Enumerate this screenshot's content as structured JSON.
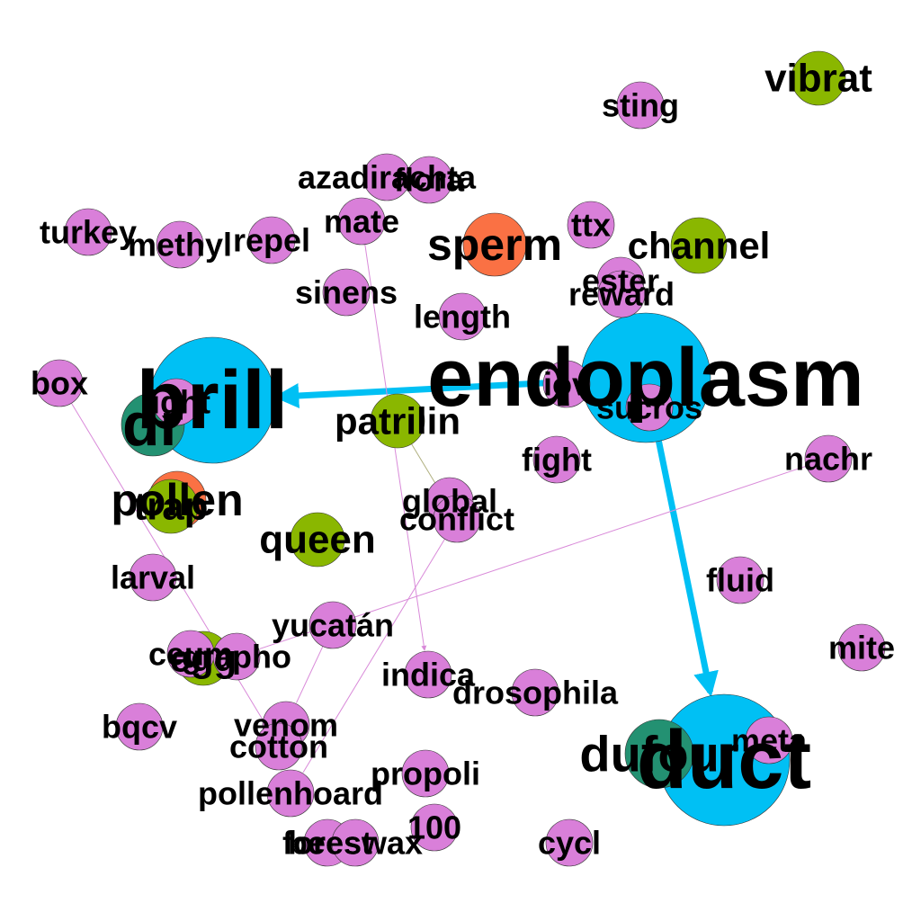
{
  "colors": {
    "blue": "#00c0f4",
    "pink": "#d97fd9",
    "green": "#8ab700",
    "orange": "#fa7144",
    "teal": "#239172",
    "edge_pink": "#d98ad9",
    "edge_olive": "#b0b080"
  },
  "nodes": [
    {
      "id": "endoplasm",
      "label": "endoplasm",
      "color": "blue"
    },
    {
      "id": "brill",
      "label": "brill",
      "color": "blue"
    },
    {
      "id": "duct",
      "label": "duct",
      "color": "blue"
    },
    {
      "id": "dufour",
      "label": "dufour",
      "color": "teal"
    },
    {
      "id": "dr",
      "label": "dr",
      "color": "teal"
    },
    {
      "id": "sperm",
      "label": "sperm",
      "color": "orange"
    },
    {
      "id": "pollen",
      "label": "pollen",
      "color": "orange"
    },
    {
      "id": "vibrat",
      "label": "vibrat",
      "color": "green"
    },
    {
      "id": "channel",
      "label": "channel",
      "color": "green"
    },
    {
      "id": "patrilin",
      "label": "patrilin",
      "color": "green"
    },
    {
      "id": "queen",
      "label": "queen",
      "color": "green"
    },
    {
      "id": "trap",
      "label": "trap",
      "color": "green"
    },
    {
      "id": "egg",
      "label": "egg",
      "color": "green"
    },
    {
      "id": "sting",
      "label": "sting",
      "color": "pink"
    },
    {
      "id": "azadirachta",
      "label": "azadirachta",
      "color": "pink"
    },
    {
      "id": "flora",
      "label": "flora",
      "color": "pink"
    },
    {
      "id": "mate",
      "label": "mate",
      "color": "pink"
    },
    {
      "id": "ttx",
      "label": "ttx",
      "color": "pink"
    },
    {
      "id": "turkey",
      "label": "turkey",
      "color": "pink"
    },
    {
      "id": "methyl",
      "label": "methyl",
      "color": "pink"
    },
    {
      "id": "repel",
      "label": "repel",
      "color": "pink"
    },
    {
      "id": "sinens",
      "label": "sinens",
      "color": "pink"
    },
    {
      "id": "ester",
      "label": "ester",
      "color": "pink"
    },
    {
      "id": "reward",
      "label": "reward",
      "color": "pink"
    },
    {
      "id": "length",
      "label": "length",
      "color": "pink"
    },
    {
      "id": "box",
      "label": "box",
      "color": "pink"
    },
    {
      "id": "light",
      "label": "light",
      "color": "pink"
    },
    {
      "id": "iov",
      "label": "iov",
      "color": "pink"
    },
    {
      "id": "sucros",
      "label": "sucros",
      "color": "pink"
    },
    {
      "id": "fight",
      "label": "fight",
      "color": "pink"
    },
    {
      "id": "nachr",
      "label": "nachr",
      "color": "pink"
    },
    {
      "id": "global",
      "label": "global",
      "color": "pink"
    },
    {
      "id": "conflict",
      "label": "conflict",
      "color": "pink"
    },
    {
      "id": "larval",
      "label": "larval",
      "color": "pink"
    },
    {
      "id": "fluid",
      "label": "fluid",
      "color": "pink"
    },
    {
      "id": "yucatan",
      "label": "yucatán",
      "color": "pink"
    },
    {
      "id": "mite",
      "label": "mite",
      "color": "pink"
    },
    {
      "id": "ceum",
      "label": "ceum",
      "color": "pink"
    },
    {
      "id": "grapho",
      "label": "grapho",
      "color": "pink"
    },
    {
      "id": "indica",
      "label": "indica",
      "color": "pink"
    },
    {
      "id": "drosophila",
      "label": "drosophila",
      "color": "pink"
    },
    {
      "id": "bqcv",
      "label": "bqcv",
      "color": "pink"
    },
    {
      "id": "venom",
      "label": "venom",
      "color": "pink"
    },
    {
      "id": "cotton",
      "label": "cotton",
      "color": "pink"
    },
    {
      "id": "meta",
      "label": "meta",
      "color": "pink"
    },
    {
      "id": "propoli",
      "label": "propoli",
      "color": "pink"
    },
    {
      "id": "pollenhoard",
      "label": "pollenhoard",
      "color": "pink"
    },
    {
      "id": "n100",
      "label": "100",
      "color": "pink"
    },
    {
      "id": "forest",
      "label": "forest",
      "color": "pink"
    },
    {
      "id": "beeswax",
      "label": "beeswax",
      "color": "pink"
    },
    {
      "id": "cycl",
      "label": "cycl",
      "color": "pink"
    }
  ],
  "edges": [
    {
      "from": "endoplasm",
      "to": "brill",
      "color": "blue",
      "weight": "heavy"
    },
    {
      "from": "endoplasm",
      "to": "duct",
      "color": "blue",
      "weight": "heavy"
    },
    {
      "from": "mate",
      "to": "indica",
      "color": "edge_pink",
      "weight": "light"
    },
    {
      "from": "box",
      "to": "cotton",
      "color": "edge_pink",
      "weight": "light"
    },
    {
      "from": "nachr",
      "to": "grapho",
      "color": "edge_pink",
      "weight": "light"
    },
    {
      "from": "conflict",
      "to": "pollenhoard",
      "color": "edge_pink",
      "weight": "light"
    },
    {
      "from": "yucatan",
      "to": "venom",
      "color": "edge_pink",
      "weight": "light"
    },
    {
      "from": "patrilin",
      "to": "conflict",
      "color": "edge_olive",
      "weight": "light"
    }
  ]
}
